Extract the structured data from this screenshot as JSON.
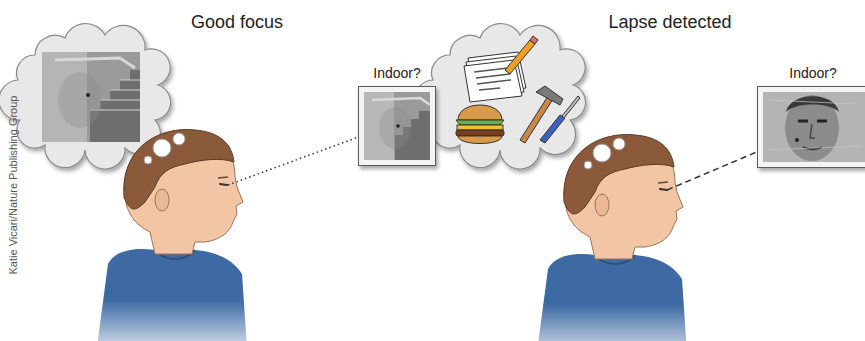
{
  "diagram": {
    "nodes": [
      {
        "text": [
          "Indoor?"
        ]
      },
      {
        "text": [
          "Indoor?"
        ]
      }
    ],
    "labels": [
      "Good focus",
      "Lapse detected",
      "Katie Vicari/Nature Publishing Group"
    ]
  }
}
